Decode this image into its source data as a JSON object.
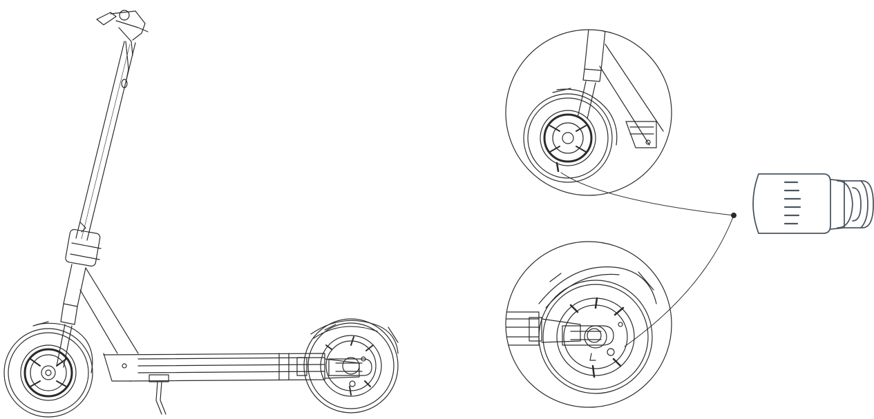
{
  "diagram": {
    "colors": {
      "line": "#2a2a2a",
      "valve_cap": "#4a5560",
      "background": "#ffffff"
    },
    "parts": {
      "scooter": "full-scooter-side-view",
      "front_detail": "front-wheel-valve-detail",
      "rear_detail": "rear-wheel-valve-detail",
      "valve_cap": "tire-valve-cap-icon"
    }
  }
}
